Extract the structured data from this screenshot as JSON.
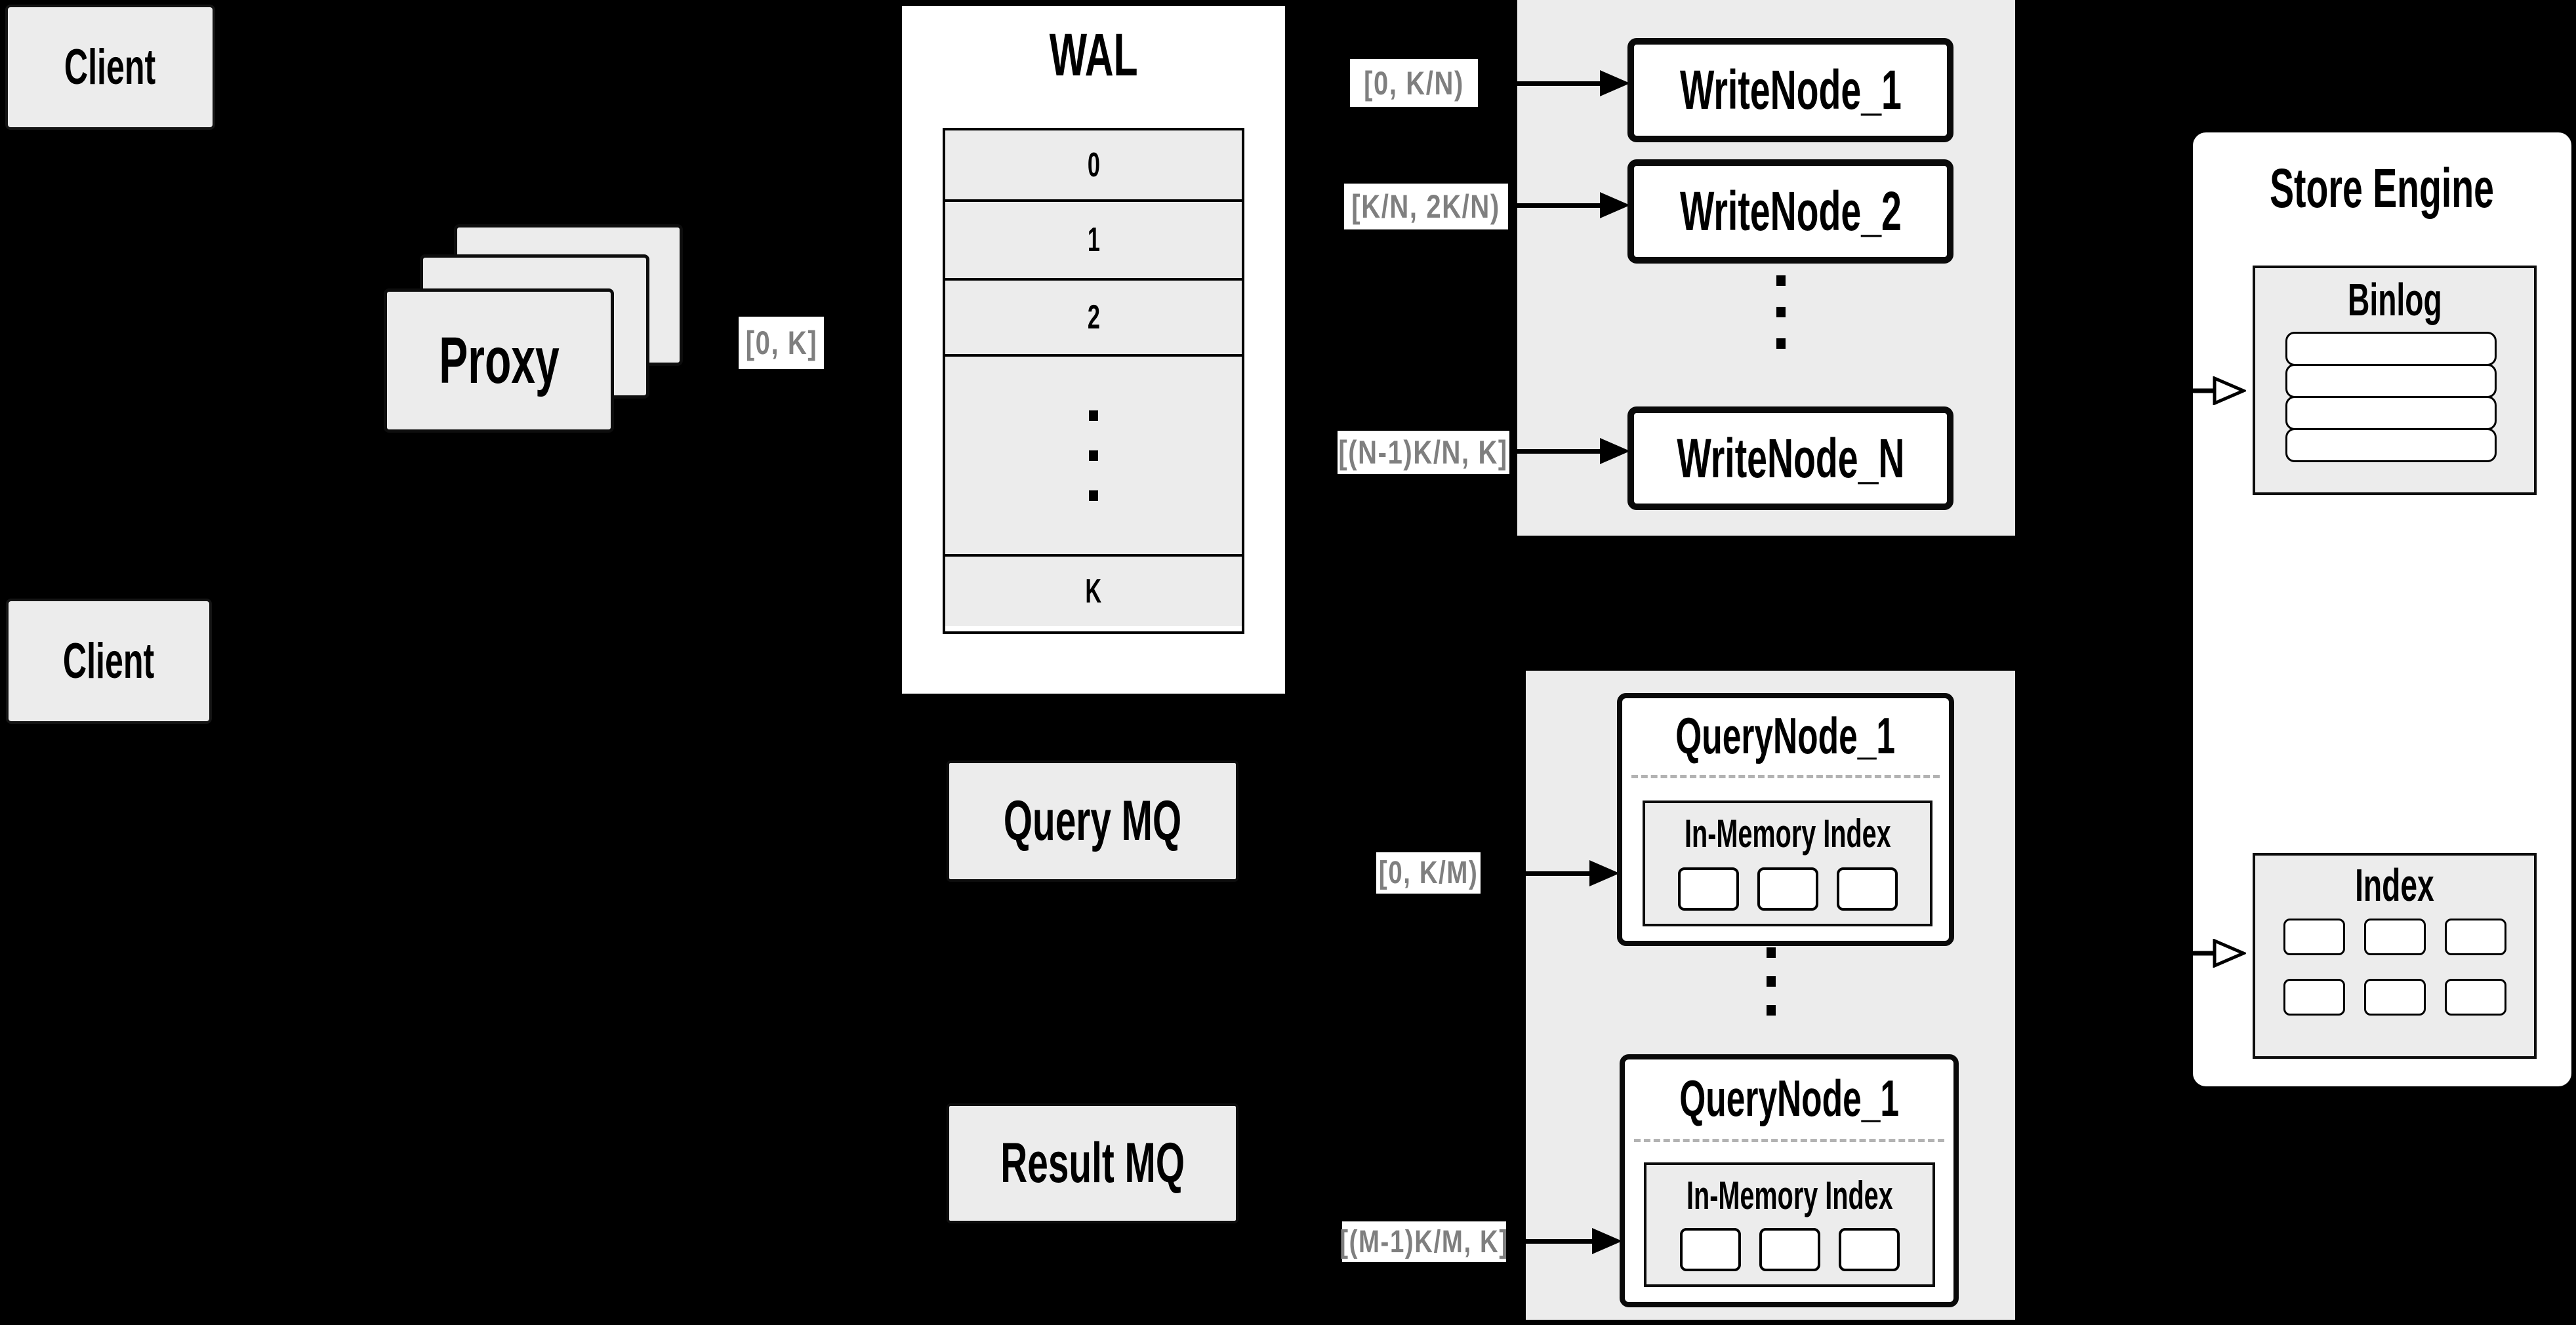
{
  "colors": {
    "background": "#000000",
    "panel_gray": "#ececec",
    "box_white": "#ffffff",
    "border_black": "#000000",
    "range_text_gray": "#7f7f7f",
    "dashed_separator_gray": "#b3b3b3"
  },
  "client_top": {
    "label": "Client"
  },
  "client_bottom": {
    "label": "Client"
  },
  "proxy": {
    "label": "Proxy",
    "range": "[0, K]"
  },
  "wal": {
    "title": "WAL",
    "rows": [
      "0",
      "1",
      "2"
    ],
    "last_row": "K"
  },
  "write_group": {
    "nodes": [
      {
        "range": "[0,  K/N)",
        "label": "WriteNode_1"
      },
      {
        "range": "[K/N, 2K/N)",
        "label": "WriteNode_2"
      },
      {
        "range": "[(N-1)K/N,  K]",
        "label": "WriteNode_N"
      }
    ]
  },
  "query_group": {
    "nodes": [
      {
        "range": "[0, K/M)",
        "label": "QueryNode_1",
        "inner_title": "In-Memory Index"
      },
      {
        "range": "[(M-1)K/M, K]",
        "label": "QueryNode_1",
        "inner_title": "In-Memory Index"
      }
    ]
  },
  "mq": {
    "query_label": "Query MQ",
    "result_label": "Result MQ"
  },
  "store_engine": {
    "title": "Store Engine",
    "binlog": {
      "title": "Binlog"
    },
    "index": {
      "title": "Index"
    }
  }
}
